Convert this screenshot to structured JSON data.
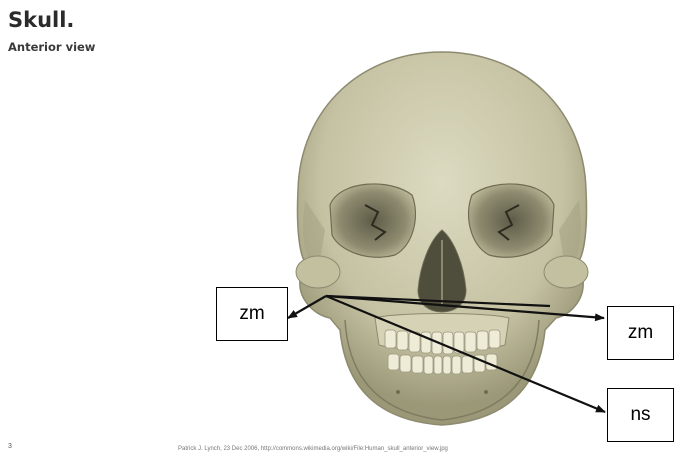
{
  "title": "Skull.",
  "subtitle": "Anterior view",
  "labels": {
    "zm_left": "zm",
    "zm_right": "zm",
    "ns": "ns"
  },
  "page_number": "3",
  "citation": "Patrick J. Lynch, 23 Dec 2006, http://commons.wikimedia.org/wiki/File:Human_skull_anterior_view.jpg",
  "colors": {
    "bone": "#c9c6a8",
    "bone_shade": "#8f8c72",
    "background": "#ffffff",
    "arrow": "#111111"
  }
}
